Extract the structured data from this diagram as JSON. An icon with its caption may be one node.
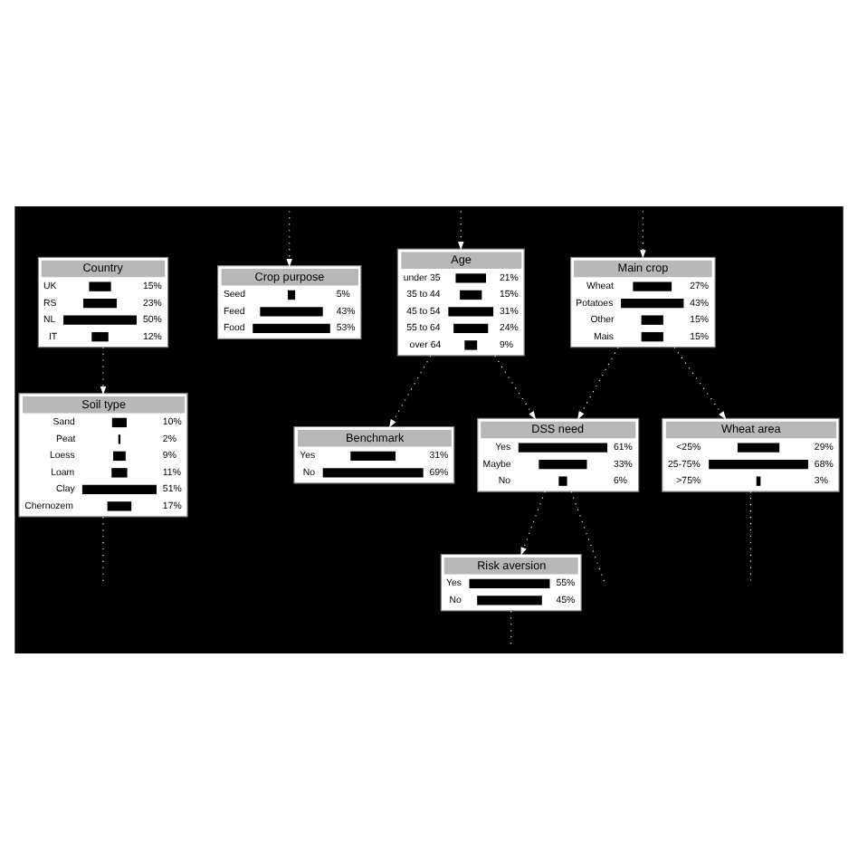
{
  "diagram": {
    "nodes": [
      {
        "text": [
          "Country",
          "UK",
          "15%",
          "RS",
          "23%",
          "NL",
          "50%",
          "IT",
          "12%"
        ]
      },
      {
        "text": [
          "Crop purpose",
          "Seed",
          "5%",
          "Feed",
          "43%",
          "Food",
          "53%"
        ]
      },
      {
        "text": [
          "Main crop",
          "Wheat",
          "27%",
          "Potatoes",
          "43%",
          "Other",
          "15%",
          "Mais",
          "15%"
        ]
      },
      {
        "text": [
          "Age",
          "under 35",
          "21%",
          "35 to 44",
          "15%",
          "45 to 54",
          "31%",
          "55 to 64",
          "24%",
          "over 64",
          "9%"
        ]
      },
      {
        "text": [
          "Soil type",
          "Sand",
          "10%",
          "Peat",
          "2%",
          "Loess",
          "9%",
          "Loam",
          "11%",
          "Clay",
          "51%",
          "Chernozem",
          "17%"
        ]
      },
      {
        "text": [
          "Wheat area",
          "<25%",
          "29%",
          "25-75%",
          "68%",
          ">75%",
          "3%"
        ]
      },
      {
        "text": [
          "DSS need",
          "Yes",
          "61%",
          "Maybe",
          "33%",
          "No",
          "6%"
        ]
      },
      {
        "text": [
          "Benchmark",
          "Yes",
          "31%",
          "No",
          "69%"
        ]
      },
      {
        "text": [
          "Risk aversion",
          "Yes",
          "55%",
          "No",
          "45%"
        ]
      }
    ],
    "edges": [
      {
        "from": null,
        "to": 1,
        "arrow": "to"
      },
      {
        "from": null,
        "to": 2,
        "arrow": "to"
      },
      {
        "from": null,
        "to": 3,
        "arrow": "to"
      },
      {
        "from": 0,
        "to": 4,
        "arrow": "to"
      },
      {
        "from": 2,
        "to": 5,
        "arrow": "to"
      },
      {
        "from": 2,
        "to": 6,
        "arrow": "to"
      },
      {
        "from": 3,
        "to": 6,
        "arrow": "to"
      },
      {
        "from": 3,
        "to": 7,
        "arrow": "to"
      },
      {
        "from": 6,
        "to": 8,
        "arrow": "to"
      },
      {
        "from": 4,
        "to": null,
        "arrow": "none"
      },
      {
        "from": 5,
        "to": null,
        "arrow": "none"
      },
      {
        "from": 8,
        "to": null,
        "arrow": "none"
      },
      {
        "from": 6,
        "to": null,
        "arrow": "none"
      }
    ]
  }
}
